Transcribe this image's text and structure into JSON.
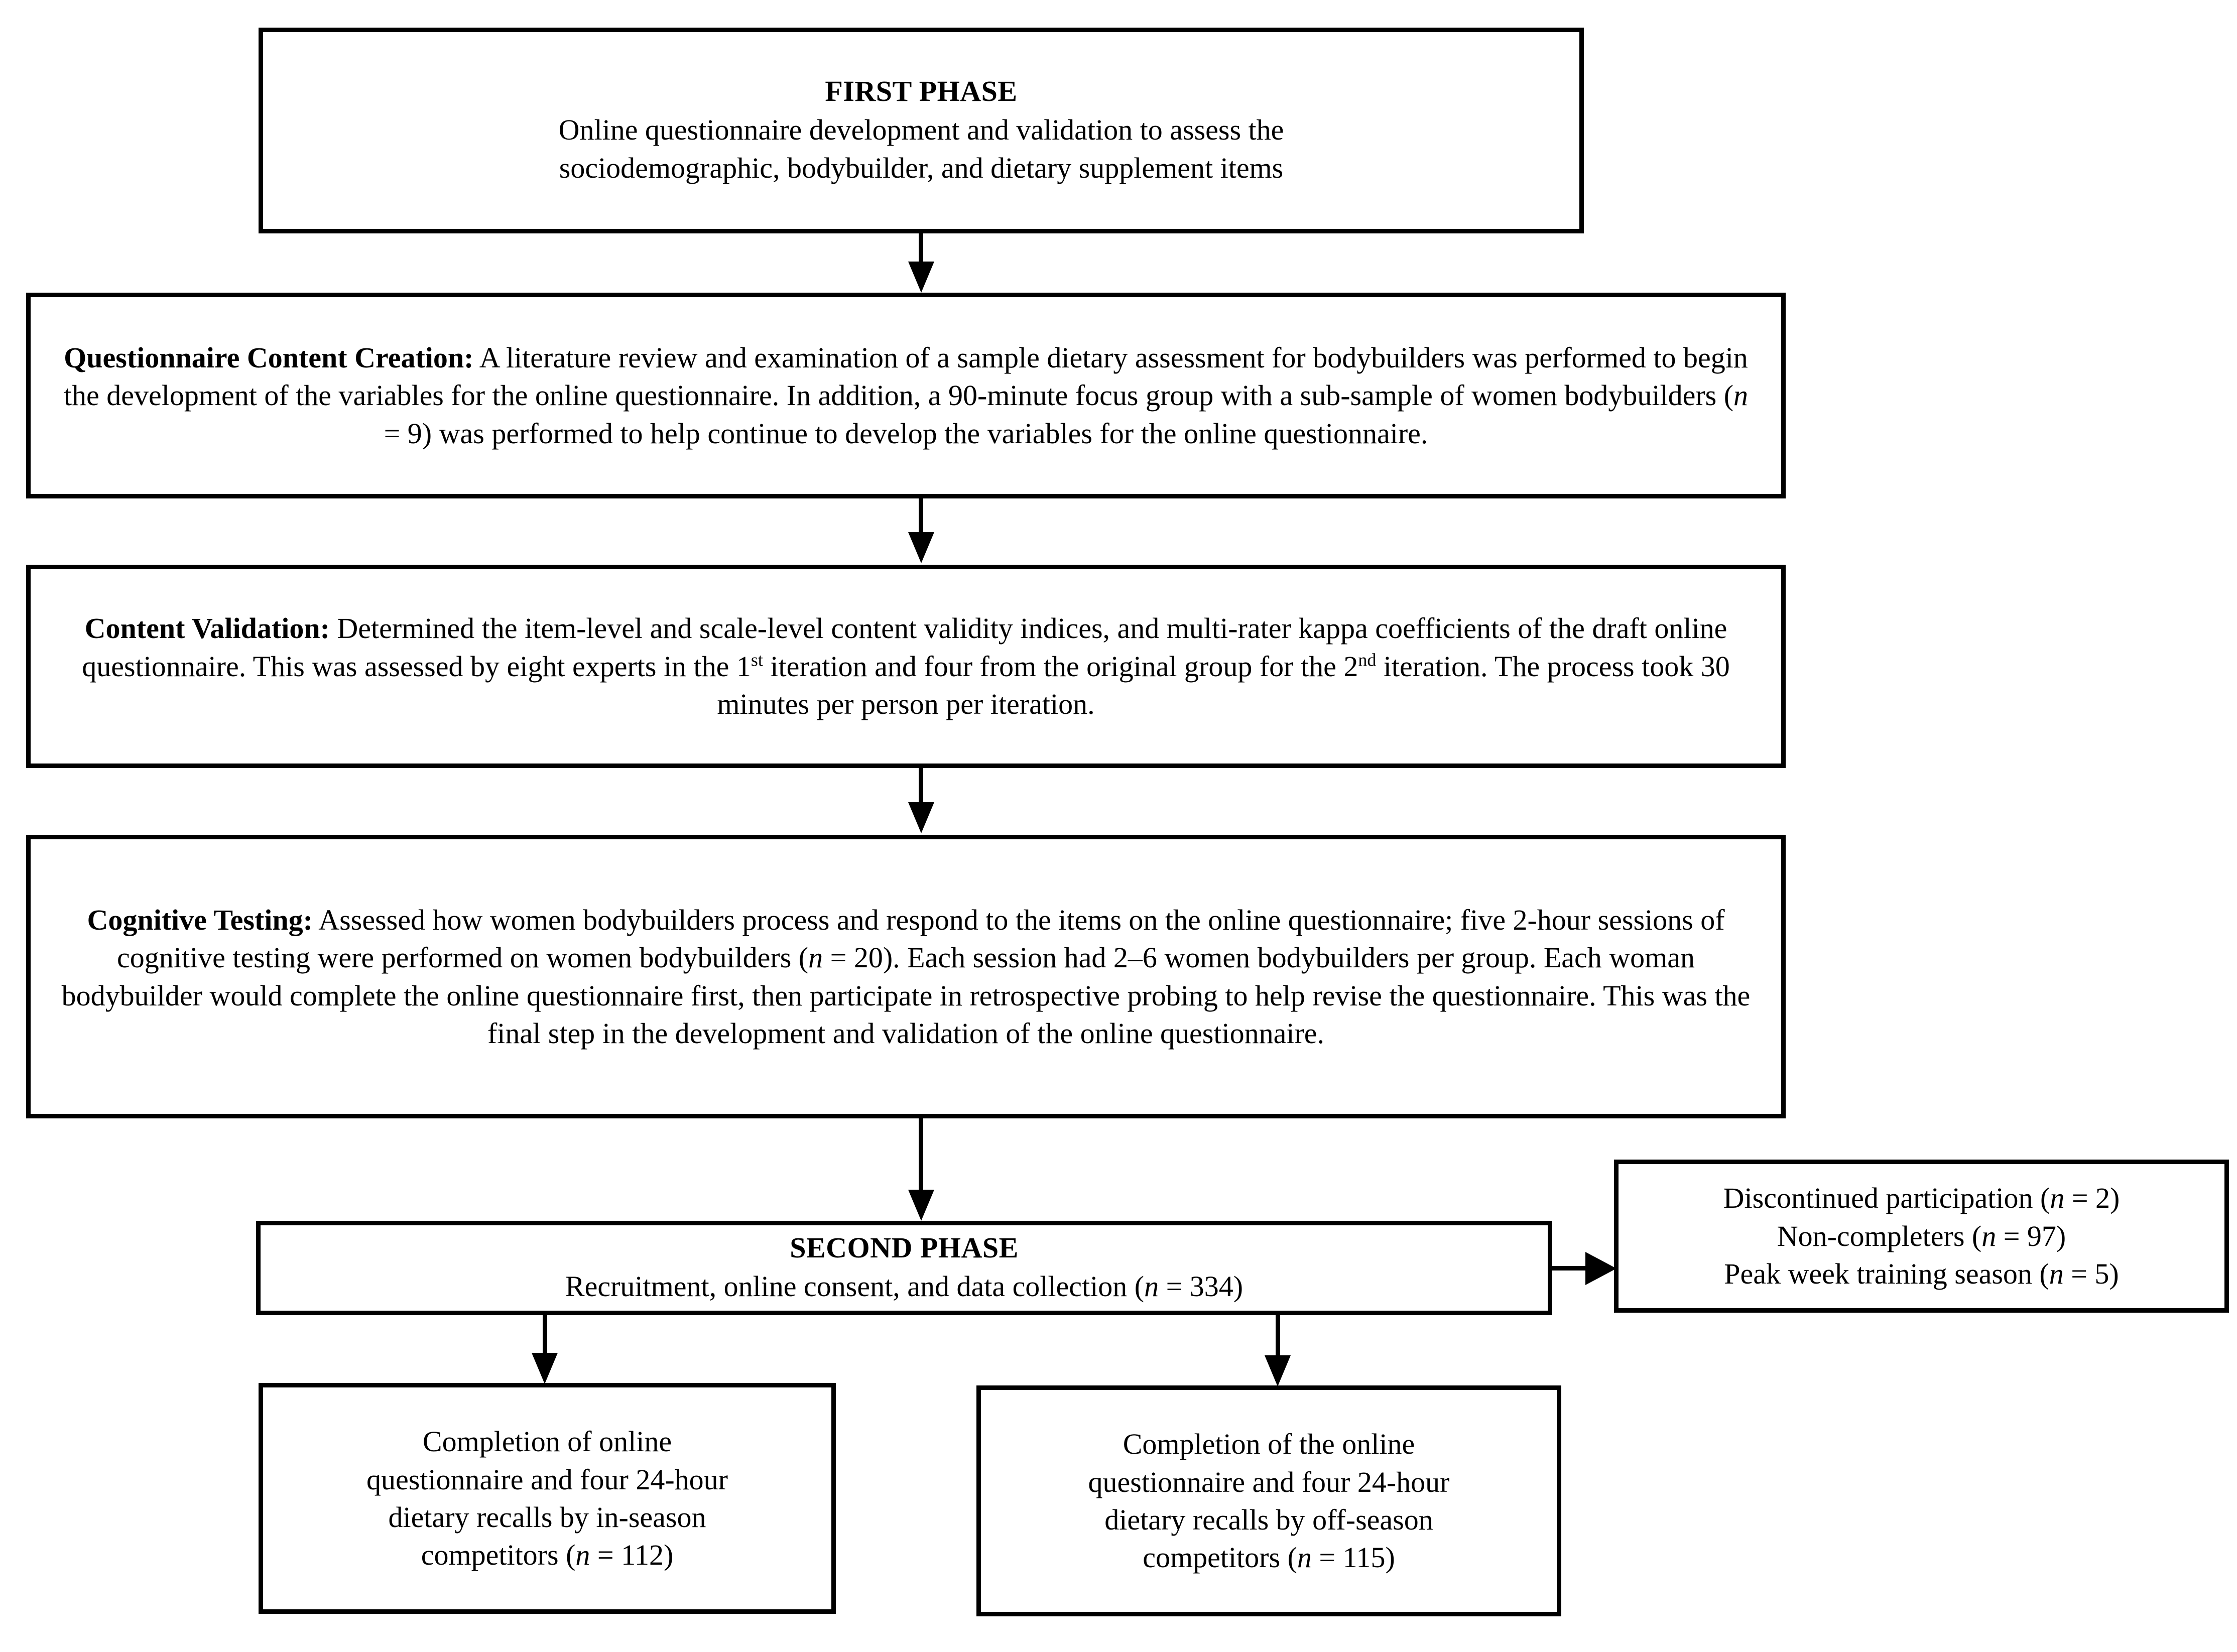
{
  "figure": {
    "type": "study-flowchart",
    "orientation": "vertical"
  },
  "boxes": {
    "first_phase": {
      "title": "FIRST PHASE",
      "line1": "Online questionnaire development and validation to assess the",
      "line2": "sociodemographic, bodybuilder, and dietary supplement items"
    },
    "questionnaire_content_creation": {
      "lead": "Questionnaire Content Creation:",
      "body_a": " A literature review and examination of a sample dietary assessment for bodybuilders was performed to begin the development of the variables for the online questionnaire. In addition, a 90-minute focus group with a sub-sample of women bodybuilders (",
      "n_symbol": "n",
      "body_b": " = 9) was performed to help continue to develop the variables for the online questionnaire."
    },
    "content_validation": {
      "lead": "Content Validation:",
      "body_a": " Determined the item-level and scale-level content validity indices, and multi-rater kappa coefficients of the draft online questionnaire. This was assessed by eight experts in the 1",
      "ordinal_1": "st",
      "body_b": " iteration and four from the original group for the 2",
      "ordinal_2": "nd",
      "body_c": " iteration. The process took 30 minutes per person per iteration."
    },
    "cognitive_testing": {
      "lead": "Cognitive Testing:",
      "body_a": " Assessed how women bodybuilders process and respond to the items on the online questionnaire; five 2-hour sessions of cognitive testing were performed on women bodybuilders (",
      "n_symbol": "n",
      "body_b": " = 20). Each session had 2–6 women bodybuilders per group. Each woman bodybuilder would complete the online questionnaire first, then participate in retrospective probing to help revise the questionnaire. This was the final step in the development and validation of the online questionnaire."
    },
    "second_phase": {
      "title": "SECOND PHASE",
      "body_a": "Recruitment, online consent, and data collection (",
      "n_symbol": "n",
      "body_b": " = 334)"
    },
    "exclusions": {
      "item1_text": "Discontinued participation (",
      "item1_n": "n",
      "item1_value": " = 2)",
      "item2_text": "Non-completers (",
      "item2_n": "n",
      "item2_value": " = 97)",
      "item3_text": "Peak week training season (",
      "item3_n": "n",
      "item3_value": " = 5)"
    },
    "in_season": {
      "line1": "Completion of online",
      "line2": "questionnaire and four 24-hour",
      "line3": "dietary recalls by in-season",
      "line4_text": "competitors (",
      "line4_n": "n",
      "line4_value": " = 112)"
    },
    "off_season": {
      "line1": "Completion of the online",
      "line2": "questionnaire and four 24-hour",
      "line3": "dietary recalls by off-season",
      "line4_text": "competitors (",
      "line4_n": "n",
      "line4_value": " = 115)"
    }
  },
  "colors": {
    "stroke": "#000000",
    "background": "#ffffff"
  }
}
